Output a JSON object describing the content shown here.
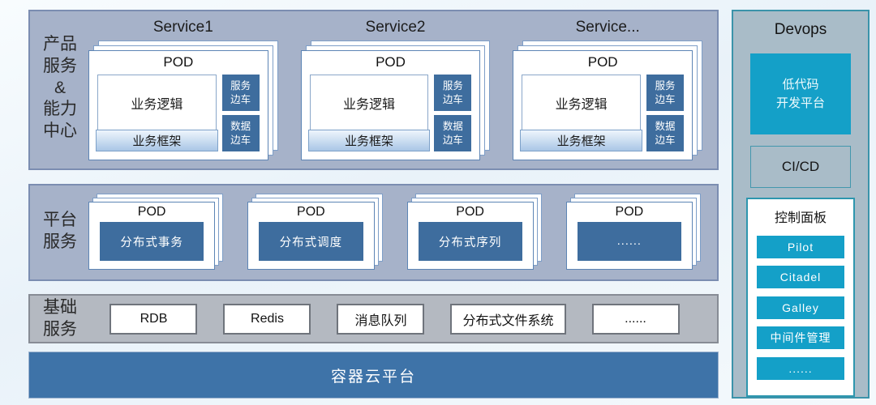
{
  "colors": {
    "band_blue_gray": "#A6B2C9",
    "band_gray": "#B4B9C1",
    "steel_blue": "#3E73A8",
    "sidecar_blue": "#3E6D9E",
    "teal": "#14A0C8",
    "card_border": "#5D85B5"
  },
  "product_band": {
    "label": "产品\n服务\n&\n能力\n中心",
    "services": [
      {
        "title": "Service1",
        "pod_title": "POD",
        "logic": "业务逻辑",
        "framework": "业务框架",
        "sidecar_top": "服务边车",
        "sidecar_bottom": "数据边车"
      },
      {
        "title": "Service2",
        "pod_title": "POD",
        "logic": "业务逻辑",
        "framework": "业务框架",
        "sidecar_top": "服务边车",
        "sidecar_bottom": "数据边车"
      },
      {
        "title": "Service...",
        "pod_title": "POD",
        "logic": "业务逻辑",
        "framework": "业务框架",
        "sidecar_top": "服务边车",
        "sidecar_bottom": "数据边车"
      }
    ]
  },
  "platform_band": {
    "label": "平台\n服务",
    "pods": [
      {
        "pod_title": "POD",
        "name": "分布式事务"
      },
      {
        "pod_title": "POD",
        "name": "分布式调度"
      },
      {
        "pod_title": "POD",
        "name": "分布式序列"
      },
      {
        "pod_title": "POD",
        "name": "......"
      }
    ]
  },
  "infra_band": {
    "label": "基础\n服务",
    "items": [
      "RDB",
      "Redis",
      "消息队列",
      "分布式文件系统",
      "......"
    ]
  },
  "container_platform": {
    "label": "容器云平台"
  },
  "devops": {
    "title": "Devops",
    "lowcode": "低代码\n开发平台",
    "cicd": "CI/CD",
    "control_panel": {
      "title": "控制面板",
      "items": [
        "Pilot",
        "Citadel",
        "Galley",
        "中间件管理",
        "......"
      ]
    }
  }
}
